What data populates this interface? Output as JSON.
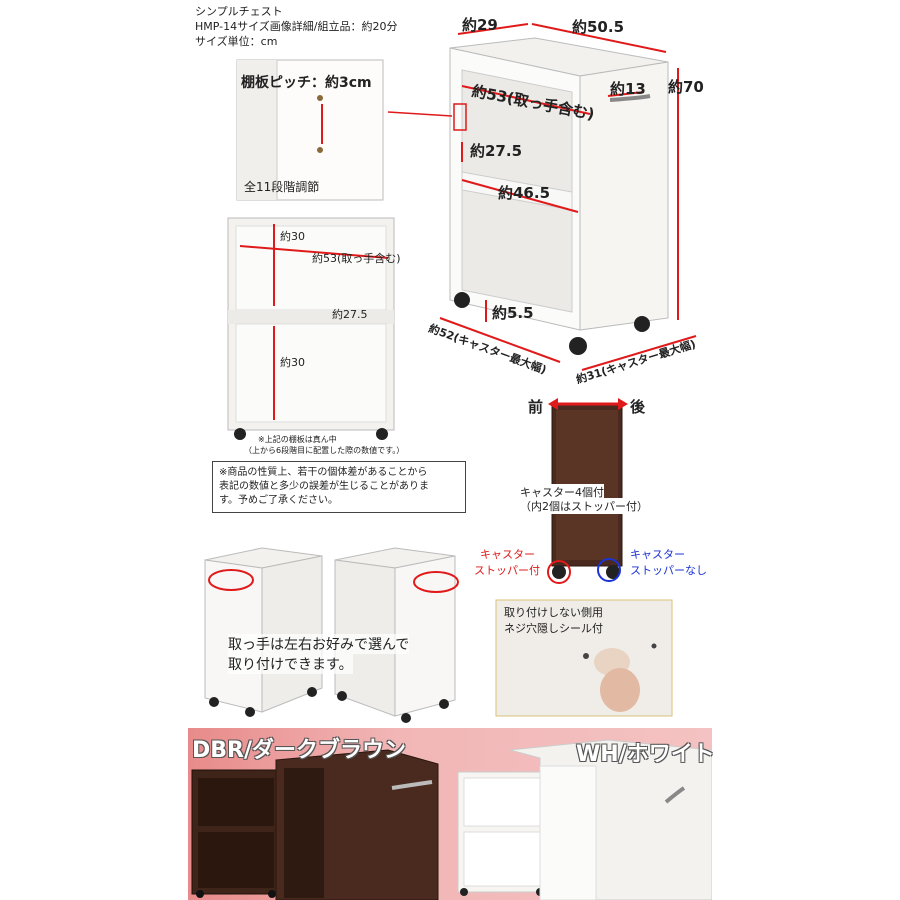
{
  "header": {
    "line1": "シンプルチェスト",
    "line2": "HMP-14サイズ画像詳細/組立品：約20分",
    "line3": "サイズ単位：cm"
  },
  "main_dims": {
    "depth": "約29",
    "width": "約50.5",
    "height": "約70",
    "inner_depth": "約53(取っ手含む)",
    "handle": "約13",
    "shelf_gap": "約27.5",
    "shelf_width": "約46.5",
    "caster_h": "約5.5",
    "caster_depth": "約52(キャスター最大幅)",
    "caster_width": "約31(キャスター最大幅)"
  },
  "pitch_panel": {
    "title": "棚板ピッチ：約3cm",
    "caption": "全11段階調節"
  },
  "front_panel": {
    "top_gap": "約30",
    "depth": "約53(取っ手含む)",
    "shelf": "約27.5",
    "bottom_gap": "約30",
    "note1": "※上記の棚板は真ん中",
    "note2": "（上から6段階目に配置した際の数値です。）"
  },
  "disclaimer": {
    "line1": "※商品の性質上、若干の個体差があることから",
    "line2": "表記の数値と多少の誤差が生じることがありま",
    "line3": "す。予めご了承ください。"
  },
  "side_view": {
    "front": "前",
    "back": "後",
    "casters1": "キャスター4個付",
    "casters2": "（内2個はストッパー付）",
    "stopper_left_1": "キャスター",
    "stopper_left_2": "ストッパー付",
    "stopper_right_1": "キャスター",
    "stopper_right_2": "ストッパーなし"
  },
  "handle_text": {
    "line1": "取っ手は左右お好みで選んで",
    "line2": "取り付けできます。"
  },
  "seal_panel": {
    "line1": "取り付けしない側用",
    "line2": "ネジ穴隠しシール付"
  },
  "colors": {
    "dbr": "DBR/ダークブラウン",
    "wh": "WH/ホワイト",
    "accent_red": "#e01a1a",
    "accent_blue": "#1a33d6",
    "dark_brown": "#4a2a1e"
  }
}
